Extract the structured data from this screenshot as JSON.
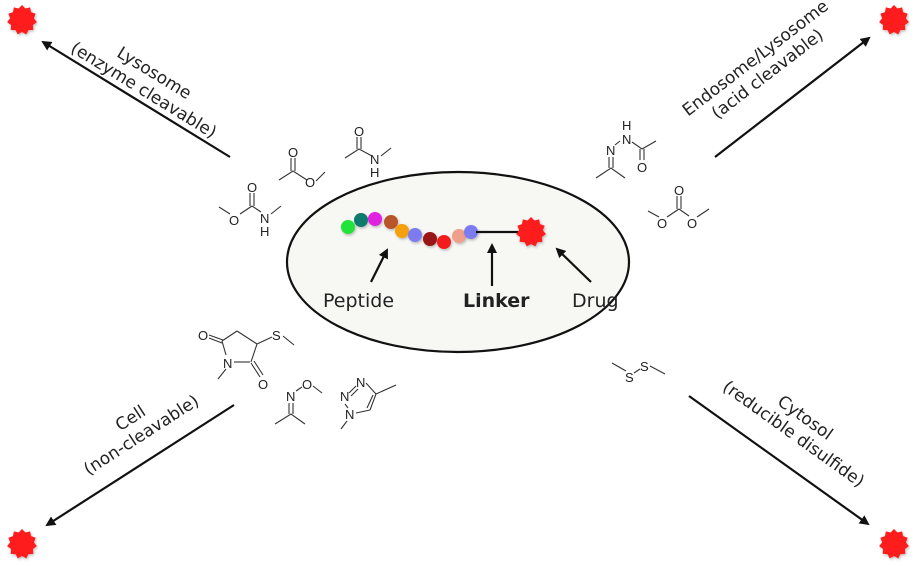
{
  "center": {
    "peptide_label": "Peptide",
    "linker_label": "Linker",
    "drug_label": "Drug",
    "peptide_bead_colors": [
      "#22e33a",
      "#0f7a6e",
      "#e020e0",
      "#b8542a",
      "#f5a00c",
      "#7b7cf0",
      "#9a1414",
      "#f21c1c",
      "#eea08c",
      "#7b7cf0"
    ],
    "drug_color": "#ff1a1a"
  },
  "pathways": [
    {
      "id": "lysosome",
      "line1": "Lysosome",
      "line2": "(enzyme cleavable)"
    },
    {
      "id": "endosome",
      "line1": "Endosome/Lysosome",
      "line2": "(acid cleavable)"
    },
    {
      "id": "cell",
      "line1": "Cell",
      "line2": "(non-cleavable)"
    },
    {
      "id": "cytosol",
      "line1": "Cytosol",
      "line2": "(reducible disulfide)"
    }
  ],
  "chem_atoms": {
    "O": "O",
    "N": "N",
    "H": "H",
    "S": "S"
  },
  "colors": {
    "drug": "#ff1a1a",
    "ellipse_fill": "#f7f7f4",
    "line": "#111111"
  }
}
